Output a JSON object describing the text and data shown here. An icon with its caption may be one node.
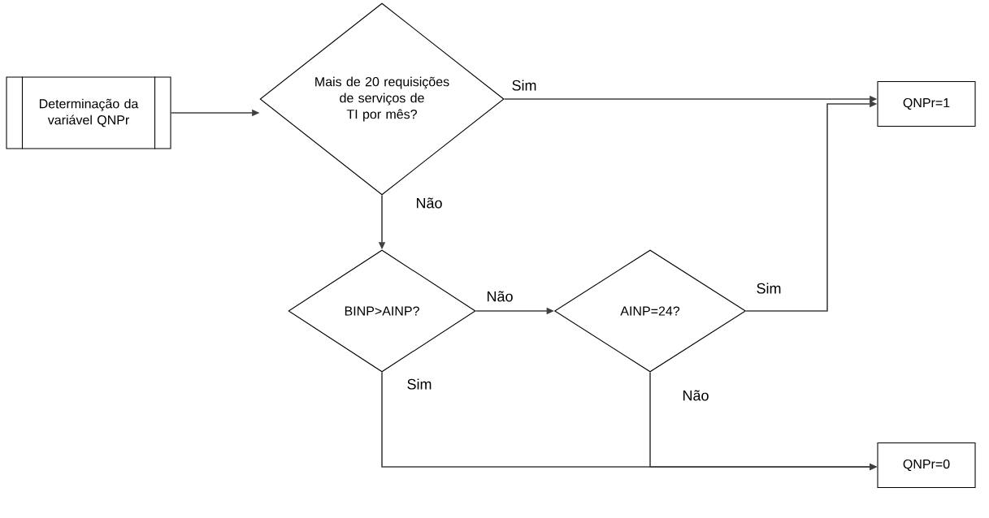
{
  "diagram": {
    "nodes": [
      {
        "text": [
          "Determinação da variável QNPr"
        ]
      },
      {
        "text": [
          "Mais de 20 requisições de serviços de TI por mês?"
        ]
      },
      {
        "text": [
          "QNPr=1"
        ]
      },
      {
        "text": [
          "BINP>AINP?"
        ]
      },
      {
        "text": [
          "AINP=24?"
        ]
      },
      {
        "text": [
          "QNPr=0"
        ]
      }
    ],
    "edges": [
      {
        "from": 0,
        "to": 1,
        "arrow": "to"
      },
      {
        "from": 1,
        "to": 2,
        "arrow": "to",
        "label": "Sim"
      },
      {
        "from": 1,
        "to": 3,
        "arrow": "to",
        "label": "Não"
      },
      {
        "from": 3,
        "to": 4,
        "arrow": "to",
        "label": "Não"
      },
      {
        "from": 4,
        "to": 2,
        "arrow": "to",
        "label": "Sim"
      },
      {
        "from": 3,
        "to": 5,
        "arrow": "to",
        "label": "Sim"
      },
      {
        "from": 4,
        "to": 5,
        "arrow": "to",
        "label": "Não"
      }
    ]
  }
}
